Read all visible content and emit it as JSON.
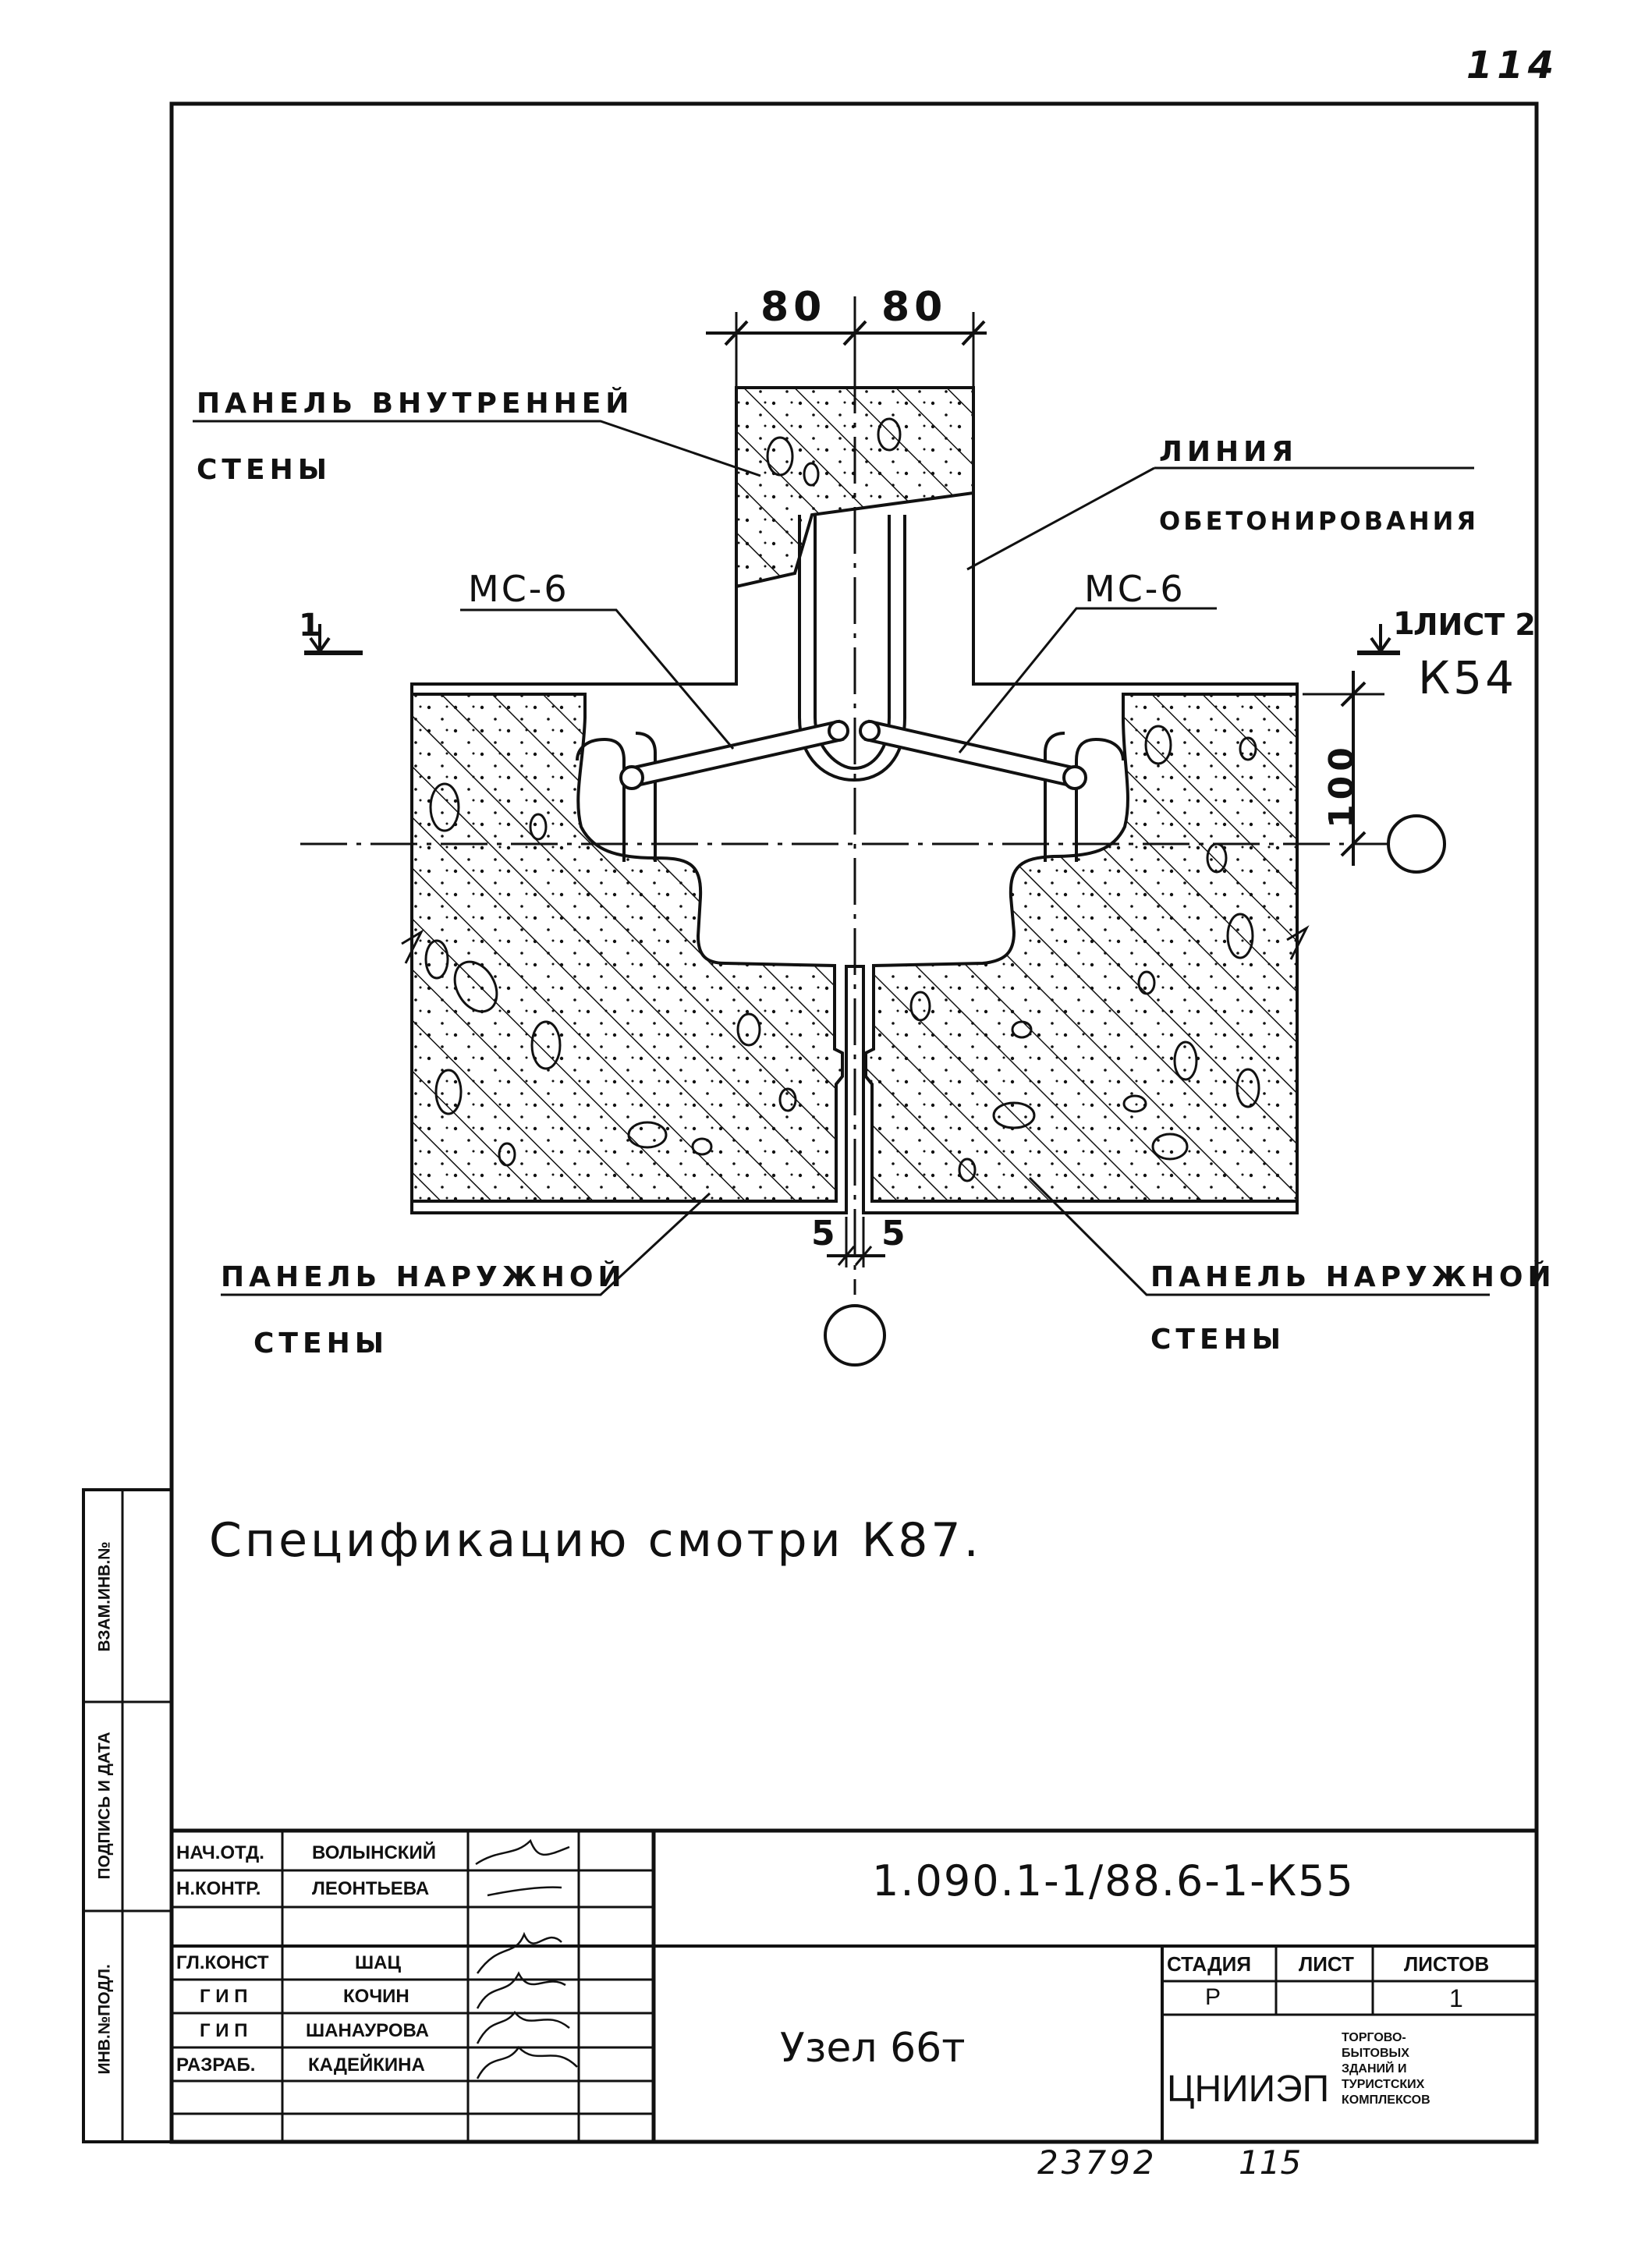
{
  "page_number": "114",
  "dimensions": {
    "top_left": "80",
    "top_right": "80",
    "right_vertical": "100",
    "bottom_left": "5",
    "bottom_right": "5"
  },
  "callouts": {
    "inner_panel_line1": "Панель внутренней",
    "inner_panel_line2": "стены",
    "concreting_line1": "Линия",
    "concreting_line2": "обетонирования",
    "anchor_left": "МС-6",
    "anchor_right": "МС-6",
    "outer_panel_left_line1": "Панель наружной",
    "outer_panel_left_line2": "стены",
    "outer_panel_right_line1": "Панель наружной",
    "outer_panel_right_line2": "стены"
  },
  "section": {
    "left_mark": "1",
    "right_mark": "1",
    "right_sheet": "лист 2",
    "right_ref": "К54"
  },
  "spec_note": "Спецификацию смотри К87.",
  "side_stamp": {
    "inv_podl": "Инв.№подл.",
    "podpis_data": "Подпись и дата",
    "vzam_inv": "Взам.инв.№"
  },
  "title_block": {
    "code": "1.090.1-1/88.6-1-К55",
    "title": "Узел 66т",
    "stage_header": "СТАДИЯ",
    "sheet_header": "ЛИСТ",
    "sheets_header": "ЛИСТОВ",
    "stage": "Р",
    "sheet": "",
    "sheets": "1",
    "org": "ЦНИИЭП",
    "org_desc": [
      "ТОРГОВО-",
      "БЫТОВЫХ",
      "ЗДАНИЙ И",
      "ТУРИСТСКИХ",
      "КОМПЛЕКСОВ"
    ],
    "people": [
      {
        "role": "НАЧ.ОТД.",
        "name": "ВОЛЫНСКИЙ"
      },
      {
        "role": "Н.КОНТР.",
        "name": "ЛЕОНТЬЕВА"
      },
      {
        "role": "ГЛ.КОНСТ",
        "name": "ШАЦ"
      },
      {
        "role": "Г И П",
        "name": "КОЧИН"
      },
      {
        "role": "Г И П",
        "name": "ШАНАУРОВА"
      },
      {
        "role": "РАЗРАБ.",
        "name": "КАДЕЙКИНА"
      }
    ]
  },
  "footer": {
    "number_left": "23792",
    "number_right": "115"
  }
}
